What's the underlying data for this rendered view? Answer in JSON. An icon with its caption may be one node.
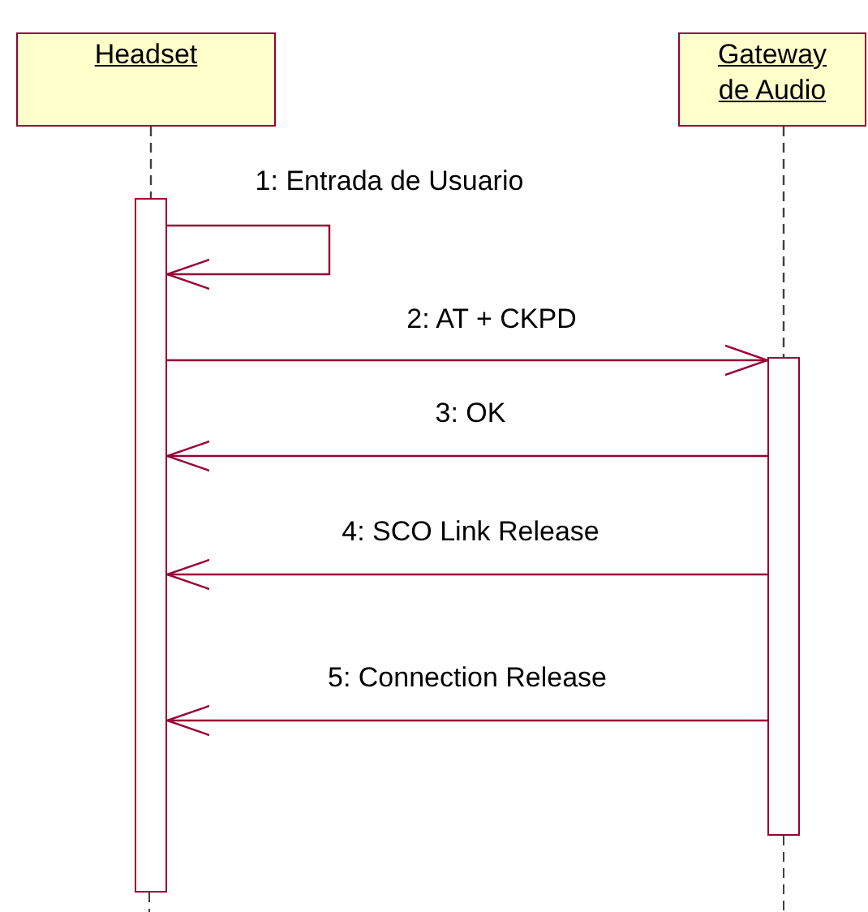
{
  "diagram": {
    "nodes": [
      {
        "text": [
          "Headset"
        ]
      },
      {
        "text": [
          "Gateway de Audio"
        ]
      },
      {
        "text": [],
        "shape": "bar"
      },
      {
        "text": [],
        "shape": "bar"
      }
    ],
    "edges": [
      {
        "from": 0,
        "to": 2,
        "arrow": "none",
        "style": "dashed",
        "color": "#404040"
      },
      {
        "from": 1,
        "to": 3,
        "arrow": "none",
        "style": "dashed",
        "color": "#404040"
      },
      {
        "from": 2,
        "to": 2,
        "arrow": "to",
        "label": "1: Entrada de Usuario"
      },
      {
        "from": 2,
        "to": 3,
        "arrow": "to",
        "label": "2: AT + CKPD"
      },
      {
        "from": 3,
        "to": 2,
        "arrow": "to",
        "label": "3: OK"
      },
      {
        "from": 3,
        "to": 2,
        "arrow": "to",
        "label": "4: SCO Link Release"
      },
      {
        "from": 3,
        "to": 2,
        "arrow": "to",
        "label": "5: Connection Release"
      }
    ]
  }
}
